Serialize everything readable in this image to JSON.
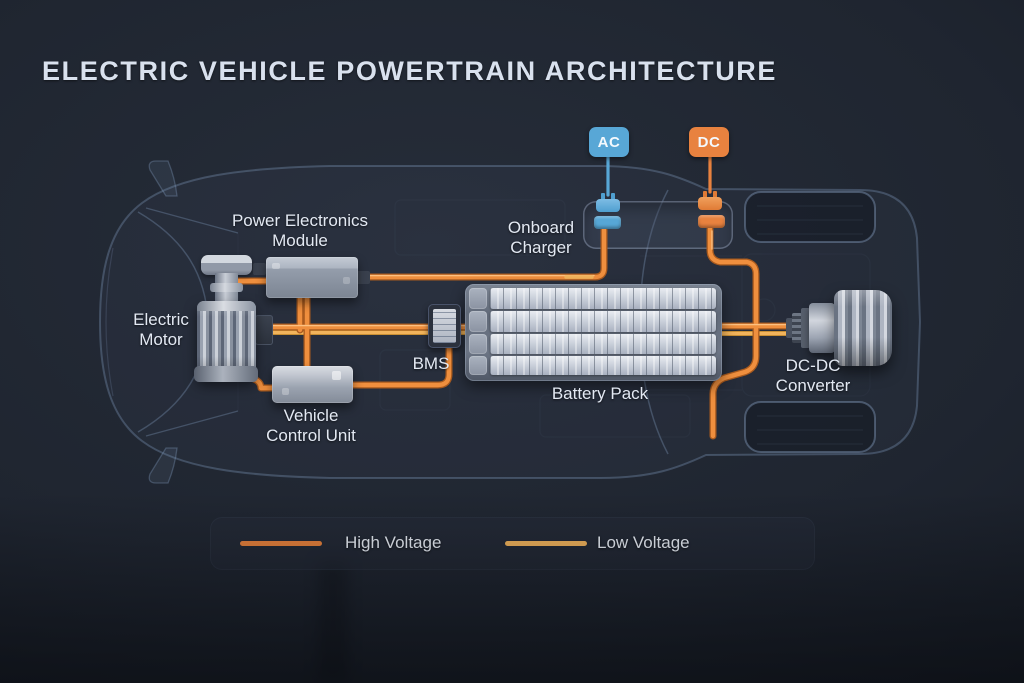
{
  "title": "ELECTRIC VEHICLE POWERTRAIN ARCHITECTURE",
  "badges": {
    "ac": "AC",
    "dc": "DC"
  },
  "components": {
    "power_electronics_module": {
      "label_line1": "Power Electronics",
      "label_line2": "Module"
    },
    "electric_motor": {
      "label_line1": "Electric",
      "label_line2": "Motor"
    },
    "vehicle_control_unit": {
      "label_line1": "Vehicle",
      "label_line2": "Control Unit"
    },
    "onboard_charger": {
      "label_line1": "Onboard",
      "label_line2": "Charger"
    },
    "bms": {
      "label": "BMS"
    },
    "battery_pack": {
      "label": "Battery Pack"
    },
    "dc_dc_converter": {
      "label_line1": "DC-DC",
      "label_line2": "Converter"
    }
  },
  "legend": {
    "high_voltage": {
      "label": "High Voltage",
      "color": "#e8823c"
    },
    "low_voltage": {
      "label": "Low Voltage",
      "color": "#f2b45c"
    }
  },
  "colors": {
    "ac_badge": "#58a7d6",
    "dc_badge": "#e8823f",
    "high_voltage": "#ef8f3e",
    "high_voltage_dark": "#a85a1e",
    "high_voltage_sheen": "#ffc98c",
    "low_voltage": "#f2b45c",
    "low_voltage_dark": "#c98f33"
  }
}
